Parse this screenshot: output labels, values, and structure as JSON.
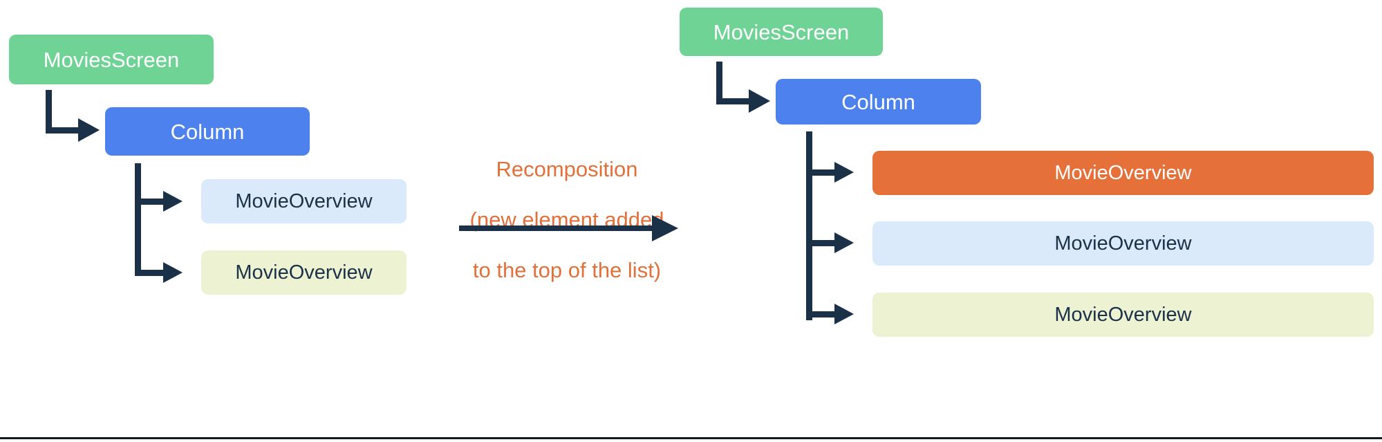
{
  "diagram": {
    "title_text": "Recomposition with a new element added to the top of the list",
    "colors": {
      "screen_green": "#6ed395",
      "column_blue": "#4d82ee",
      "item_light_blue": "#daeafa",
      "item_yellow_green": "#edf2d3",
      "item_orange": "#e5703a",
      "connector_navy": "#1b3148",
      "caption_orange": "#e2703a",
      "background": "#ffffff"
    },
    "before": {
      "label": "before-recomposition-tree",
      "nodes": [
        {
          "id": "movies-screen",
          "label": "MoviesScreen",
          "style": "screen-green"
        },
        {
          "id": "column",
          "label": "Column",
          "style": "column-blue"
        },
        {
          "id": "movie-overview-1",
          "label": "MovieOverview",
          "style": "item-light-blue"
        },
        {
          "id": "movie-overview-2",
          "label": "MovieOverview",
          "style": "item-yellow-green"
        }
      ]
    },
    "center": {
      "caption_line_1": "Recomposition",
      "caption_line_2": "(new element added",
      "caption_line_3": "to the top of the list)",
      "arrow_name": "transition-arrow"
    },
    "after": {
      "label": "after-recomposition-tree",
      "nodes": [
        {
          "id": "movies-screen",
          "label": "MoviesScreen",
          "style": "screen-green"
        },
        {
          "id": "column",
          "label": "Column",
          "style": "column-blue"
        },
        {
          "id": "movie-overview-new",
          "label": "MovieOverview",
          "style": "item-orange"
        },
        {
          "id": "movie-overview-1",
          "label": "MovieOverview",
          "style": "item-light-blue"
        },
        {
          "id": "movie-overview-2",
          "label": "MovieOverview",
          "style": "item-yellow-green"
        }
      ]
    }
  }
}
